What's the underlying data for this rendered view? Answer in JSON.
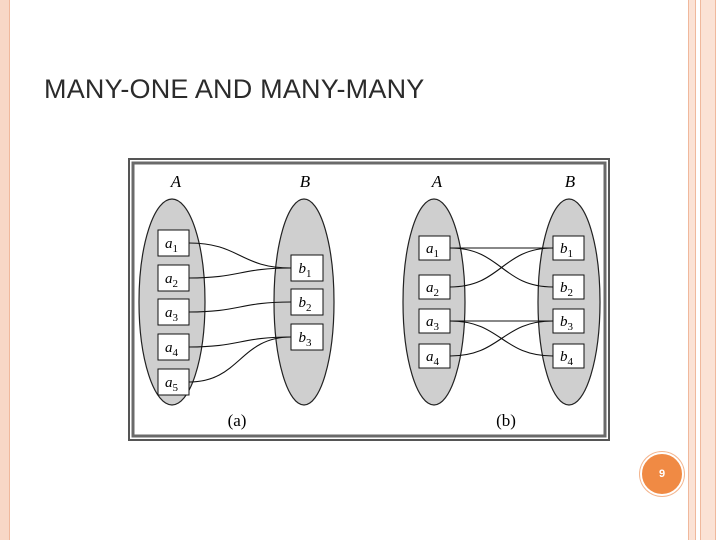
{
  "slide": {
    "title": "MANY-ONE AND MANY-MANY",
    "page_number": "9"
  },
  "diagram": {
    "panel_a": {
      "caption": "(a)",
      "set_a_label": "A",
      "set_b_label": "B",
      "set_a_items": [
        {
          "base": "a",
          "sub": "1"
        },
        {
          "base": "a",
          "sub": "2"
        },
        {
          "base": "a",
          "sub": "3"
        },
        {
          "base": "a",
          "sub": "4"
        },
        {
          "base": "a",
          "sub": "5"
        }
      ],
      "set_b_items": [
        {
          "base": "b",
          "sub": "1"
        },
        {
          "base": "b",
          "sub": "2"
        },
        {
          "base": "b",
          "sub": "3"
        }
      ],
      "mapping": [
        [
          1,
          1
        ],
        [
          2,
          1
        ],
        [
          3,
          2
        ],
        [
          4,
          3
        ],
        [
          5,
          3
        ]
      ]
    },
    "panel_b": {
      "caption": "(b)",
      "set_a_label": "A",
      "set_b_label": "B",
      "set_a_items": [
        {
          "base": "a",
          "sub": "1"
        },
        {
          "base": "a",
          "sub": "2"
        },
        {
          "base": "a",
          "sub": "3"
        },
        {
          "base": "a",
          "sub": "4"
        }
      ],
      "set_b_items": [
        {
          "base": "b",
          "sub": "1"
        },
        {
          "base": "b",
          "sub": "2"
        },
        {
          "base": "b",
          "sub": "3"
        },
        {
          "base": "b",
          "sub": "4"
        }
      ],
      "mapping": [
        [
          1,
          1
        ],
        [
          1,
          2
        ],
        [
          2,
          1
        ],
        [
          3,
          3
        ],
        [
          3,
          4
        ],
        [
          4,
          3
        ]
      ]
    }
  }
}
